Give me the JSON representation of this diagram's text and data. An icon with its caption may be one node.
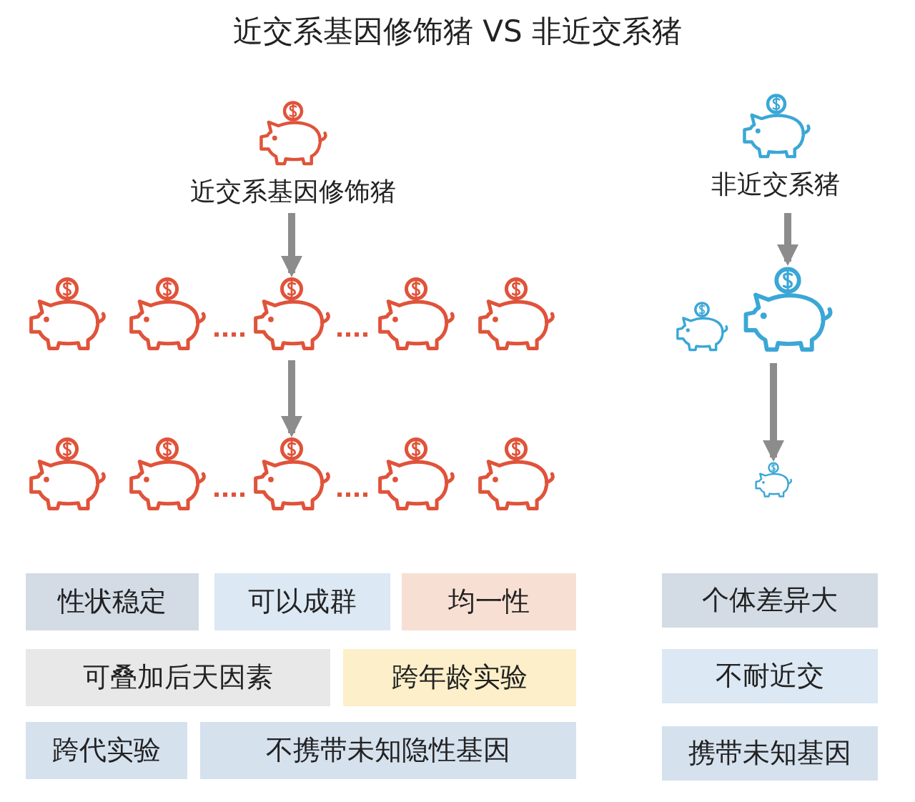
{
  "diagram": {
    "title": "近交系基因修饰猪 VS 非近交系猪",
    "nodes": [
      {
        "text": [
          "近交系基因修饰猪"
        ]
      },
      {
        "text": [
          "非近交系猪"
        ]
      },
      {
        "text": [],
        "shape": "picture"
      },
      {
        "text": [],
        "shape": "picture"
      },
      {
        "text": [],
        "shape": "picture"
      },
      {
        "text": [],
        "shape": "picture"
      },
      {
        "text": [],
        "shape": "picture"
      },
      {
        "text": [],
        "shape": "picture"
      },
      {
        "text": [],
        "shape": "picture"
      },
      {
        "text": [],
        "shape": "picture"
      },
      {
        "text": [],
        "shape": "picture"
      },
      {
        "text": [],
        "shape": "picture"
      },
      {
        "text": [],
        "shape": "picture"
      },
      {
        "text": [],
        "shape": "picture"
      },
      {
        "text": [],
        "shape": "picture"
      },
      {
        "text": [
          "性状稳定"
        ]
      },
      {
        "text": [
          "可以成群"
        ]
      },
      {
        "text": [
          "均一性"
        ]
      },
      {
        "text": [
          "个体差异大"
        ]
      },
      {
        "text": [
          "可叠加后天因素"
        ]
      },
      {
        "text": [
          "跨年龄实验"
        ]
      },
      {
        "text": [
          "不耐近交"
        ]
      },
      {
        "text": [
          "跨代实验"
        ]
      },
      {
        "text": [
          "不携带未知隐性基因"
        ]
      },
      {
        "text": [
          "携带未知基因"
        ]
      }
    ],
    "edges": [
      {
        "from": 0,
        "to": 4,
        "arrow": "to"
      },
      {
        "from": 4,
        "to": 11,
        "arrow": "to"
      },
      {
        "from": 1,
        "to": 8,
        "arrow": "to"
      },
      {
        "from": 8,
        "to": 14,
        "arrow": "to"
      }
    ]
  }
}
